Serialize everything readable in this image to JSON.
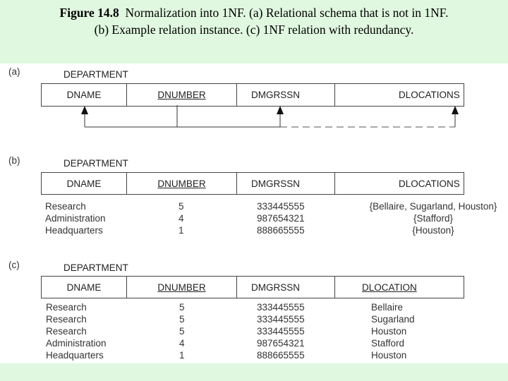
{
  "caption": {
    "figure": "Figure 14.8",
    "line1": "Normalization into 1NF. (a) Relational schema that is not in 1NF.",
    "line2": "(b) Example relation instance. (c) 1NF relation with redundancy."
  },
  "panels": {
    "a": {
      "label": "(a)",
      "relation": "DEPARTMENT",
      "columns": [
        "DNAME",
        "DNUMBER",
        "DMGRSSN",
        "DLOCATIONS"
      ]
    },
    "b": {
      "label": "(b)",
      "relation": "DEPARTMENT",
      "columns": [
        "DNAME",
        "DNUMBER",
        "DMGRSSN",
        "DLOCATIONS"
      ],
      "rows": {
        "dname": [
          "Research",
          "Administration",
          "Headquarters"
        ],
        "dnumber": [
          "5",
          "4",
          "1"
        ],
        "dmgrssn": [
          "333445555",
          "987654321",
          "888665555"
        ],
        "dlocations": [
          "{Bellaire, Sugarland, Houston}",
          "{Stafford}",
          "{Houston}"
        ]
      }
    },
    "c": {
      "label": "(c)",
      "relation": "DEPARTMENT",
      "columns": [
        "DNAME",
        "DNUMBER",
        "DMGRSSN",
        "DLOCATION"
      ],
      "rows": {
        "dname": [
          "Research",
          "Research",
          "Research",
          "Administration",
          "Headquarters"
        ],
        "dnumber": [
          "5",
          "5",
          "5",
          "4",
          "1"
        ],
        "dmgrssn": [
          "333445555",
          "333445555",
          "333445555",
          "987654321",
          "888665555"
        ],
        "dlocation": [
          "Bellaire",
          "Sugarland",
          "Houston",
          "Stafford",
          "Houston"
        ]
      }
    }
  }
}
